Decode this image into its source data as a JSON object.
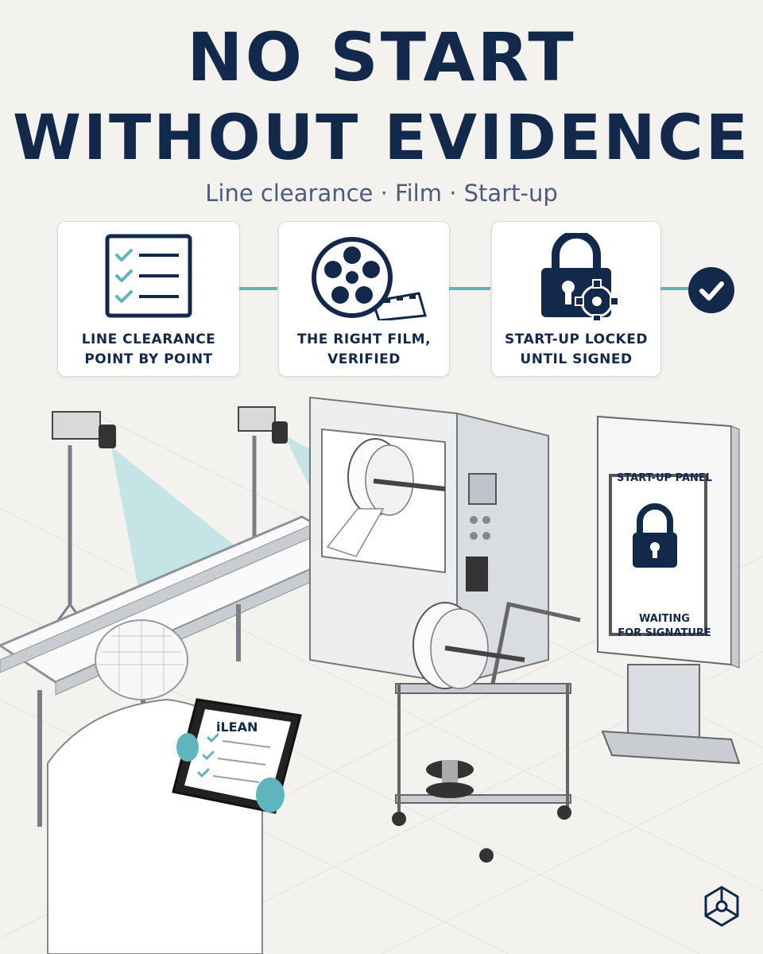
{
  "headline": {
    "line1": "NO START",
    "line2": "WITHOUT EVIDENCE"
  },
  "subtitle": "Line clearance · Film · Start-up",
  "steps": [
    {
      "icon": "checklist-icon",
      "line1": "LINE CLEARANCE",
      "line2": "POINT BY POINT"
    },
    {
      "icon": "film-reel-icon",
      "line1": "THE RIGHT FILM,",
      "line2": "VERIFIED"
    },
    {
      "icon": "lock-gear-icon",
      "line1": "START-UP LOCKED",
      "line2": "UNTIL SIGNED"
    }
  ],
  "final_icon": "checkmark-icon",
  "panel": {
    "title": "START-UP PANEL",
    "status_line1": "WAITING",
    "status_line2": "FOR SIGNATURE"
  },
  "tablet": {
    "brand": "iLEAN"
  },
  "colors": {
    "navy": "#13294b",
    "teal": "#5fb5bd",
    "teal_fill": "#9fd9de",
    "background": "#f4f2ee"
  }
}
